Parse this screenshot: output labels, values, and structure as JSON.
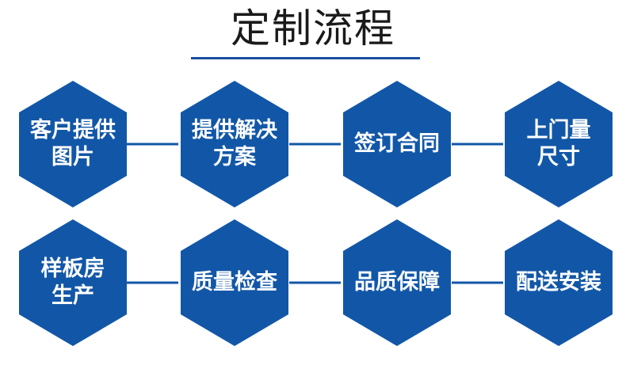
{
  "title": "定制流程",
  "colors": {
    "hexagon": "#1257a7",
    "connector": "#1257a7",
    "underline": "#1a4fa0",
    "label_text": "#ffffff",
    "title_text": "#1a1a1a"
  },
  "steps": [
    {
      "lines": [
        "客户提供",
        "图片"
      ]
    },
    {
      "lines": [
        "提供解决",
        "方案"
      ]
    },
    {
      "lines": [
        "签订合同"
      ]
    },
    {
      "lines": [
        "上门量",
        "尺寸"
      ]
    },
    {
      "lines": [
        "样板房",
        "生产"
      ]
    },
    {
      "lines": [
        "质量检查"
      ]
    },
    {
      "lines": [
        "品质保障"
      ]
    },
    {
      "lines": [
        "配送安装"
      ]
    }
  ]
}
